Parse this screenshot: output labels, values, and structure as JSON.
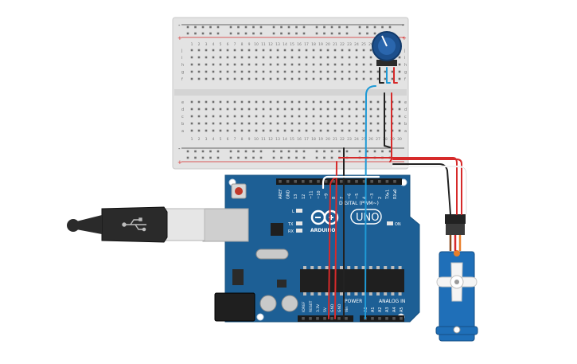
{
  "breadboard": {
    "row_letters_top": [
      "j",
      "i",
      "h",
      "g",
      "f"
    ],
    "row_letters_bottom": [
      "e",
      "d",
      "c",
      "b",
      "a"
    ],
    "column_numbers": [
      "1",
      "2",
      "3",
      "4",
      "5",
      "6",
      "7",
      "8",
      "9",
      "10",
      "11",
      "12",
      "13",
      "14",
      "15",
      "16",
      "17",
      "18",
      "19",
      "20",
      "21",
      "22",
      "23",
      "24",
      "25",
      "26",
      "27",
      "28",
      "29",
      "30"
    ],
    "rail_plus": "+",
    "rail_minus": "-"
  },
  "arduino": {
    "logo_text": "UNO",
    "brand_text": "ARDUINO",
    "digital_label": "DIGITAL (PWM~)",
    "analog_label": "ANALOG IN",
    "power_label": "POWER",
    "on_label": "ON",
    "tx_label": "TX",
    "rx_label": "RX",
    "l_label": "L",
    "top_header_pins": [
      "AREF",
      "GND",
      "13",
      "12",
      "~11",
      "~10",
      "~9",
      "8",
      "7",
      "~6",
      "~5",
      "4",
      "~3",
      "2",
      "TX▸1",
      "RX◂0"
    ],
    "power_pins": [
      "IOREF",
      "RESET",
      "3.3V",
      "5V",
      "GND",
      "GND",
      "Vin"
    ],
    "analog_pins": [
      "A0",
      "A1",
      "A2",
      "A3",
      "A4",
      "A5"
    ]
  },
  "colors": {
    "board_blue": "#1d5f95",
    "breadboard": "#e3e3e3",
    "wire_red": "#d62a2a",
    "wire_black": "#222222",
    "wire_blue": "#1e9ad6",
    "wire_white": "#f4f4f4",
    "servo_blue": "#1f6fb8"
  }
}
